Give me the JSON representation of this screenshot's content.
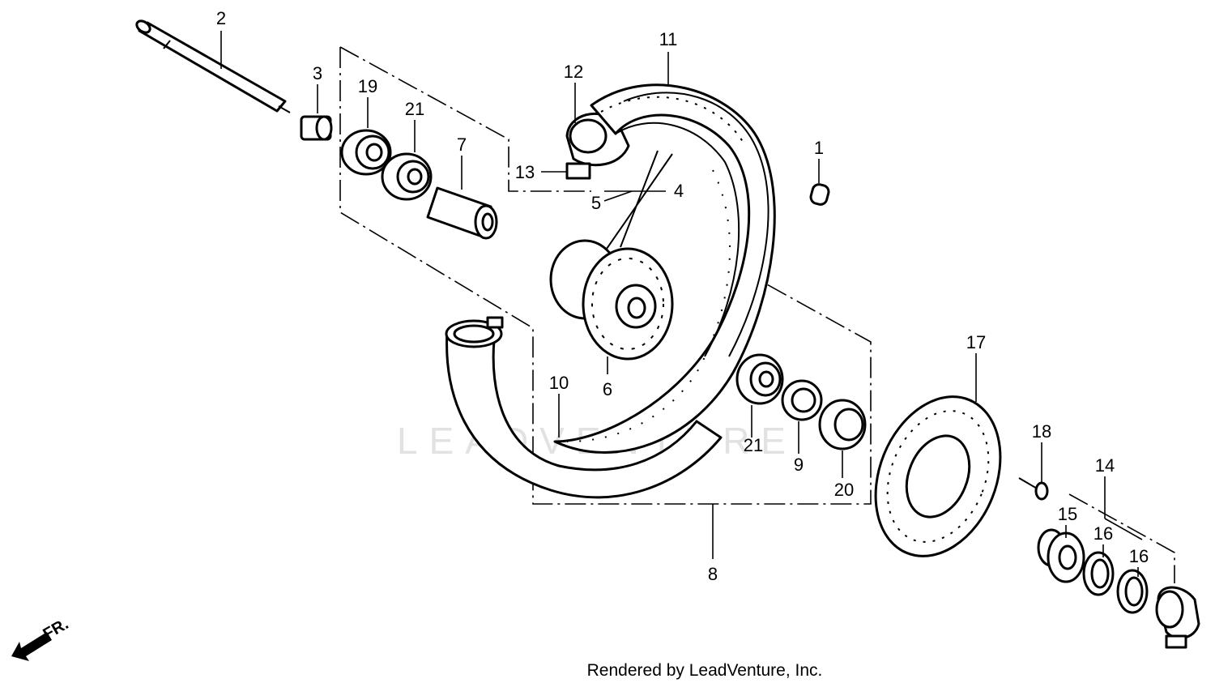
{
  "watermark": "LEADVENTURE",
  "credit": "Rendered by LeadVenture, Inc.",
  "direction_label": "FR.",
  "callouts": {
    "c1": "1",
    "c2": "2",
    "c3": "3",
    "c4": "4",
    "c5": "5",
    "c6": "6",
    "c7": "7",
    "c8": "8",
    "c9": "9",
    "c10": "10",
    "c11": "11",
    "c12": "12",
    "c13": "13",
    "c14": "14",
    "c15": "15",
    "c16a": "16",
    "c16b": "16",
    "c17": "17",
    "c18": "18",
    "c19": "19",
    "c20": "20",
    "c21a": "21",
    "c21b": "21"
  }
}
